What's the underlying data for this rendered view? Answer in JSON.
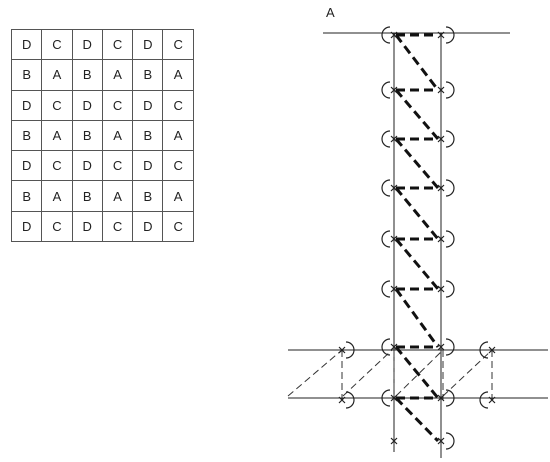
{
  "block_grid": {
    "rows": [
      [
        "D",
        "C",
        "D",
        "C",
        "D",
        "C"
      ],
      [
        "B",
        "A",
        "B",
        "A",
        "B",
        "A"
      ],
      [
        "D",
        "C",
        "D",
        "C",
        "D",
        "C"
      ],
      [
        "B",
        "A",
        "B",
        "A",
        "B",
        "A"
      ],
      [
        "D",
        "C",
        "D",
        "C",
        "D",
        "C"
      ],
      [
        "B",
        "A",
        "B",
        "A",
        "B",
        "A"
      ],
      [
        "D",
        "C",
        "D",
        "C",
        "D",
        "C"
      ]
    ]
  },
  "stitch_diagram": {
    "label": "A",
    "stitch_mark": "cross-icon",
    "loop_mark": "arc-icon",
    "line_colors": {
      "edge": "#222222",
      "stitch": "#111111",
      "dashed": "#333333"
    }
  }
}
